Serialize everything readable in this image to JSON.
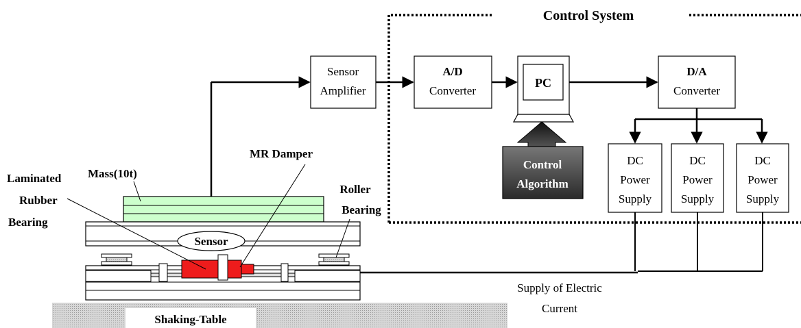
{
  "title": "Control System",
  "blocks": {
    "sensor_amplifier": [
      "Sensor",
      "Amplifier"
    ],
    "ad_converter": [
      "A/D",
      "Converter"
    ],
    "pc": "PC",
    "da_converter": [
      "D/A",
      "Converter"
    ],
    "control_algorithm": [
      "Control",
      "Algorithm"
    ],
    "dc_power_supply": [
      "DC",
      "Power",
      "Supply"
    ]
  },
  "labels": {
    "mass": "Mass(10t)",
    "mr_damper": "MR Damper",
    "laminated_bearing": [
      "Laminated",
      "Rubber",
      "Bearing"
    ],
    "roller_bearing": [
      "Roller",
      "Bearing"
    ],
    "sensor": "Sensor",
    "shaking_table": "Shaking-Table",
    "electric_current": [
      "Supply of Electric",
      "Current"
    ]
  },
  "colors": {
    "mass_fill": "#ccffcc",
    "damper_fill": "#ee1c1c",
    "algorithm_fill_top": "#777777",
    "algorithm_fill_bottom": "#333333",
    "ground_fill": "#cccccc"
  }
}
